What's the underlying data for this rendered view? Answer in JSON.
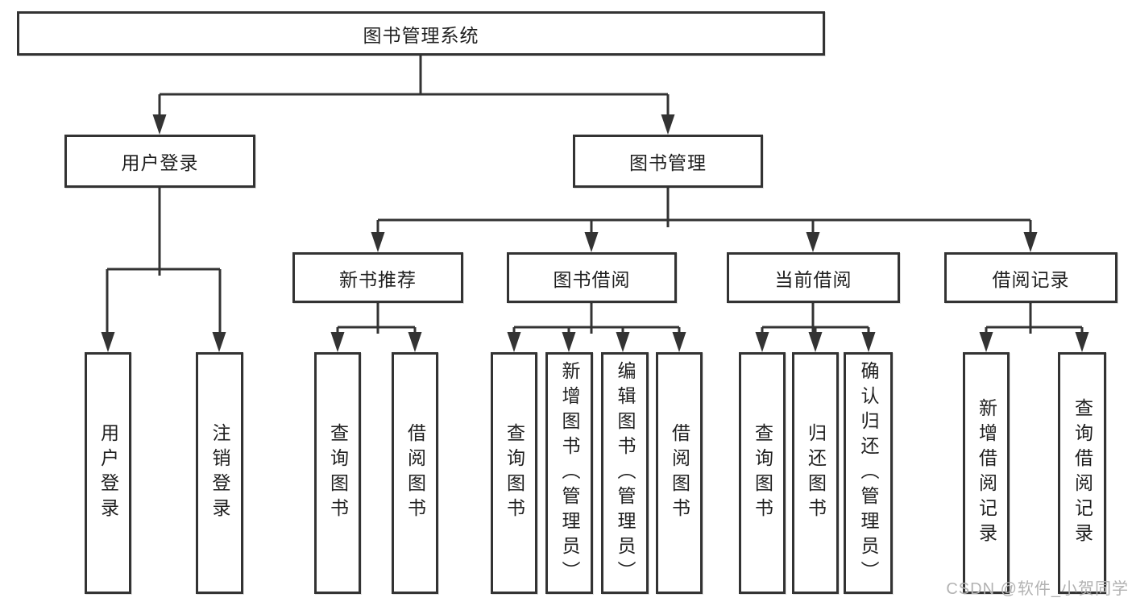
{
  "tree": {
    "label": "图书管理系统",
    "children": [
      {
        "label": "用户登录",
        "children": [
          {
            "label": "用户登录"
          },
          {
            "label": "注销登录"
          }
        ]
      },
      {
        "label": "图书管理",
        "children": [
          {
            "label": "新书推荐",
            "children": [
              {
                "label": "查询图书"
              },
              {
                "label": "借阅图书"
              }
            ]
          },
          {
            "label": "图书借阅",
            "children": [
              {
                "label": "查询图书"
              },
              {
                "label": "新增图书（管理员）"
              },
              {
                "label": "编辑图书（管理员）"
              },
              {
                "label": "借阅图书"
              }
            ]
          },
          {
            "label": "当前借阅",
            "children": [
              {
                "label": "查询图书"
              },
              {
                "label": "归还图书"
              },
              {
                "label": "确认归还（管理员）"
              }
            ]
          },
          {
            "label": "借阅记录",
            "children": [
              {
                "label": "新增借阅记录"
              },
              {
                "label": "查询借阅记录"
              }
            ]
          }
        ]
      }
    ]
  },
  "watermark": "CSDN @软件_小贺同学",
  "colors": {
    "line": "#333333",
    "text": "#1f1f1f",
    "background": "#ffffff",
    "watermark": "#b2b2b2"
  }
}
